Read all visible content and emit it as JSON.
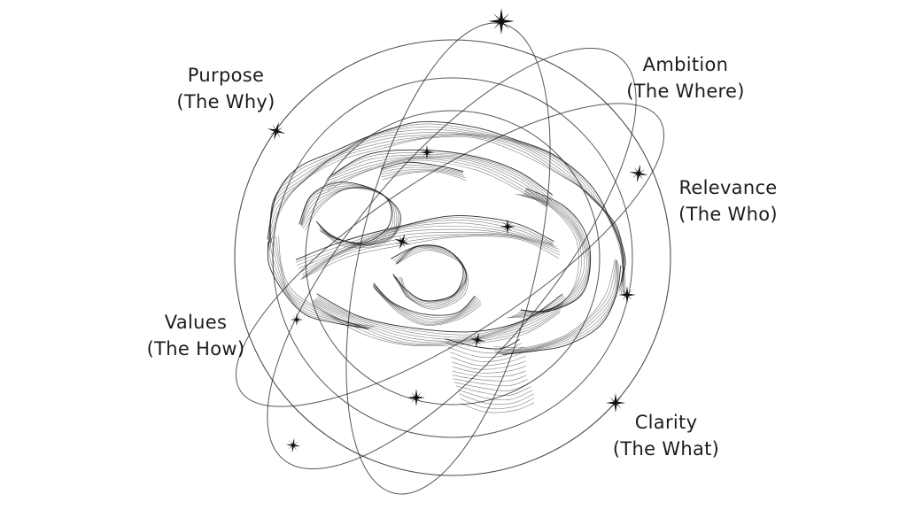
{
  "page": {
    "background_color": "#ffffff",
    "ink_color": "#1c1c1c"
  },
  "diagram": {
    "type": "brain-orbit-concept-diagram",
    "center_illustration": "line-art brain with orbital rings and star sparkles",
    "icons": {
      "star": "star-icon",
      "star_count": 12
    },
    "labels": [
      {
        "id": "purpose",
        "title": "Purpose",
        "subtitle": "(The Why)"
      },
      {
        "id": "ambition",
        "title": "Ambition",
        "subtitle": "(The Where)"
      },
      {
        "id": "relevance",
        "title": "Relevance",
        "subtitle": "(The Who)"
      },
      {
        "id": "values",
        "title": "Values",
        "subtitle": "(The How)"
      },
      {
        "id": "clarity",
        "title": "Clarity",
        "subtitle": "(The What)"
      }
    ]
  }
}
